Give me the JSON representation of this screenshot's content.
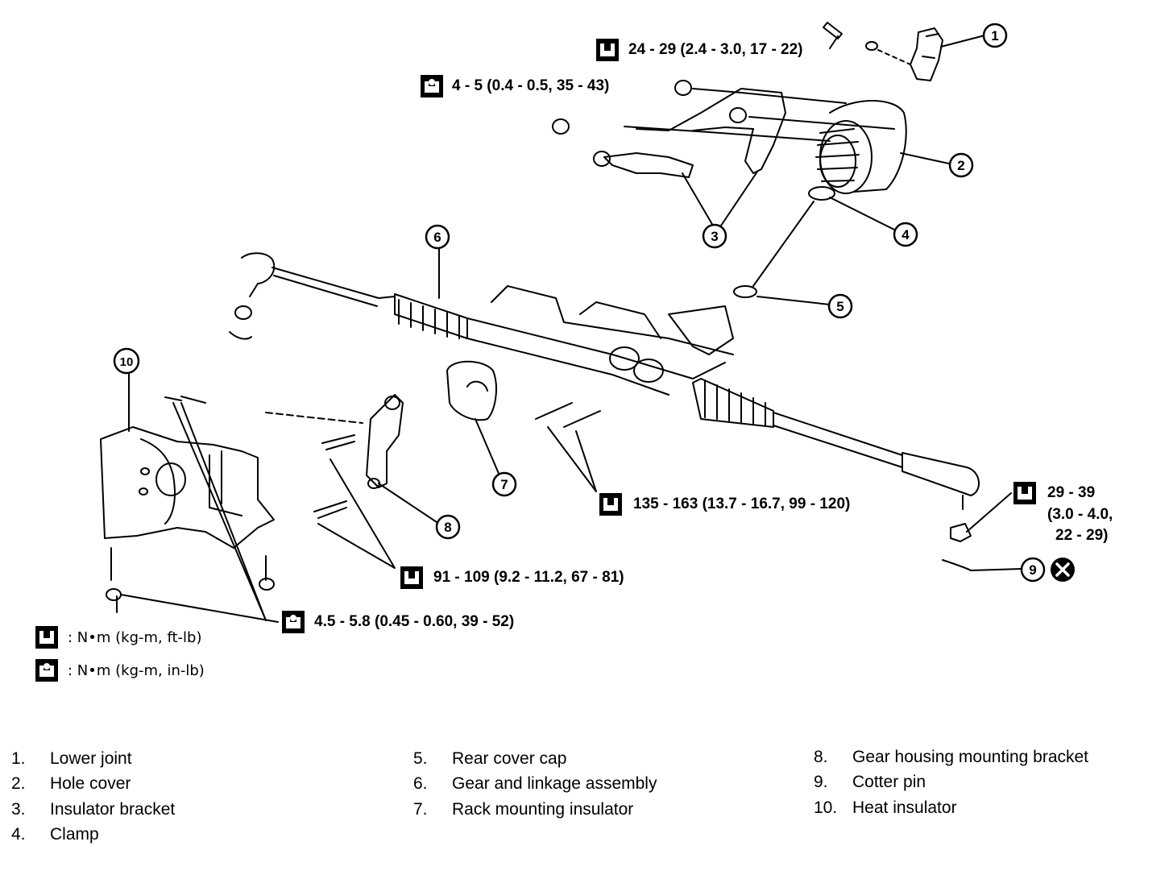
{
  "callouts": {
    "c1": "24 - 29 (2.4 - 3.0, 17 - 22)",
    "c2": "4 - 5 (0.4 - 0.5, 35 - 43)",
    "c3": "135 - 163 (13.7 - 16.7, 99 - 120)",
    "c4_l1": "29 - 39",
    "c4_l2": "(3.0 - 4.0,",
    "c4_l3": "22 - 29)",
    "c5": "91 - 109 (9.2 - 11.2, 67 - 81)",
    "c6": "4.5 - 5.8 (0.45 - 0.60, 39 - 52)"
  },
  "legend": {
    "ft_lb": ": N•m (kg-m, ft-lb)",
    "in_lb": ": N•m (kg-m, in-lb)"
  },
  "markers": [
    "1",
    "2",
    "3",
    "4",
    "5",
    "6",
    "7",
    "8",
    "9",
    "10"
  ],
  "parts_list": [
    {
      "num": "1.",
      "name": "Lower joint"
    },
    {
      "num": "2.",
      "name": "Hole cover"
    },
    {
      "num": "3.",
      "name": "Insulator bracket"
    },
    {
      "num": "4.",
      "name": "Clamp"
    },
    {
      "num": "5.",
      "name": "Rear cover cap"
    },
    {
      "num": "6.",
      "name": "Gear and linkage assembly"
    },
    {
      "num": "7.",
      "name": "Rack mounting insulator"
    },
    {
      "num": "8.",
      "name": "Gear housing mounting bracket"
    },
    {
      "num": "9.",
      "name": "Cotter pin"
    },
    {
      "num": "10.",
      "name": "Heat insulator"
    }
  ]
}
